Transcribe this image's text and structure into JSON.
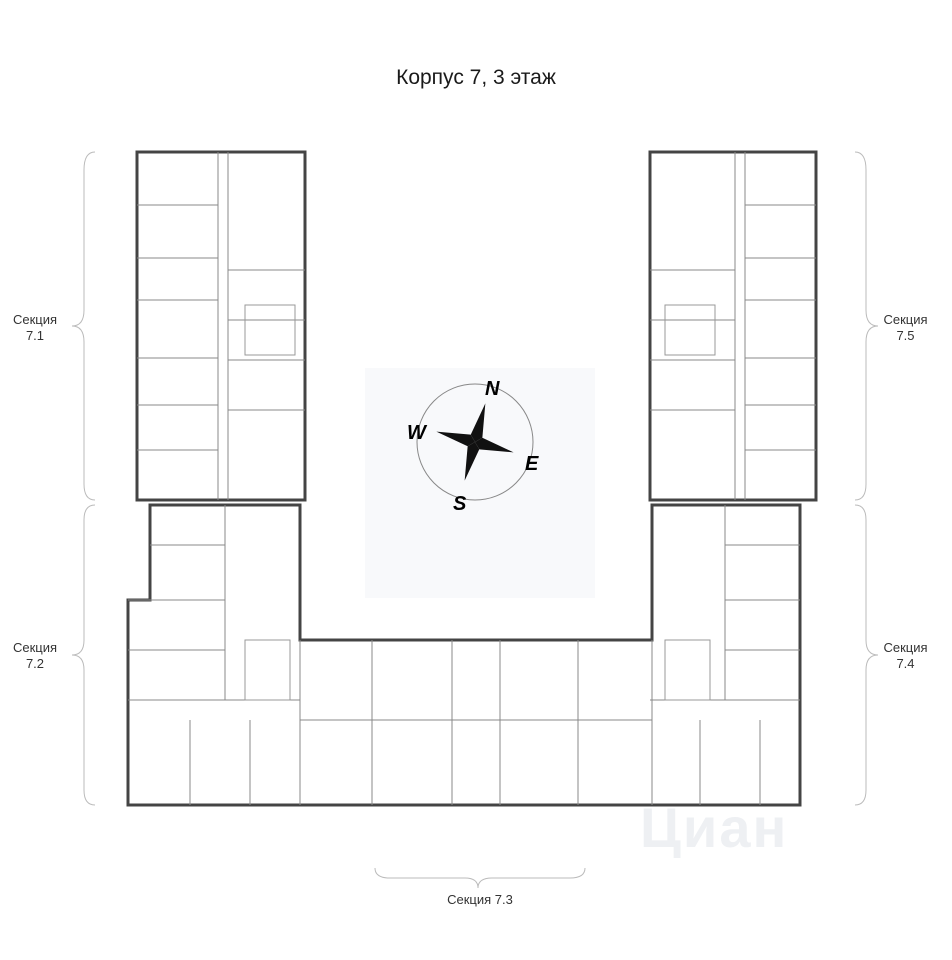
{
  "title": "Корпус 7, 3 этаж",
  "sections": [
    {
      "id": "7.1",
      "label": "Секция",
      "number": "7.1"
    },
    {
      "id": "7.2",
      "label": "Секция",
      "number": "7.2"
    },
    {
      "id": "7.3",
      "label": "Секция 7.3"
    },
    {
      "id": "7.4",
      "label": "Секция",
      "number": "7.4"
    },
    {
      "id": "7.5",
      "label": "Секция",
      "number": "7.5"
    }
  ],
  "compass": {
    "n": "N",
    "s": "S",
    "e": "E",
    "w": "W"
  },
  "watermark": "Циан"
}
